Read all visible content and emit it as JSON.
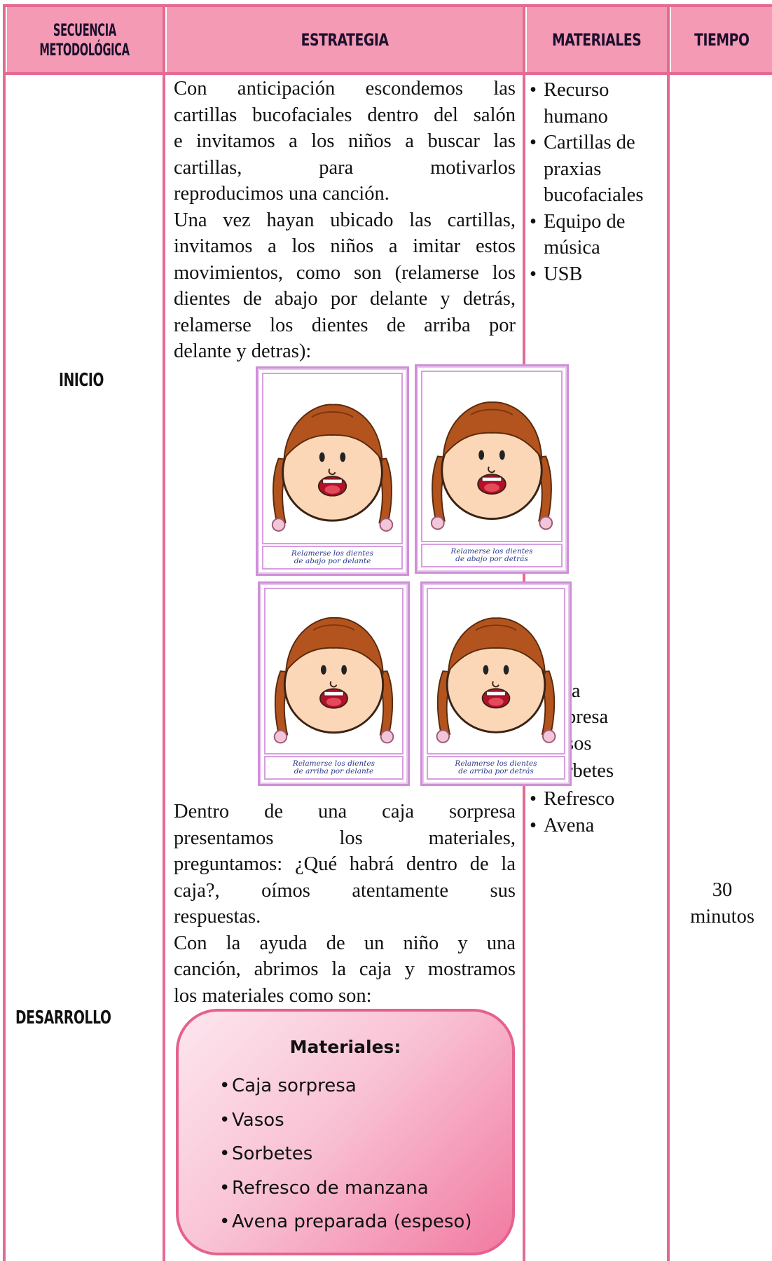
{
  "header": {
    "sequence_line1": "SECUENCIA",
    "sequence_line2": "METODOLÓGICA",
    "strategy": "ESTRATEGIA",
    "materials": "MATERIALES",
    "time": "TIEMPO"
  },
  "colors": {
    "header_bg": "#f49ab4",
    "border": "#e56a93",
    "card_border": "#cf8fd8"
  },
  "phases": {
    "inicio": "INICIO",
    "desarrollo": "DESARROLLO"
  },
  "inicio": {
    "strategy_lines": [
      "Con anticipación escondemos las",
      "cartillas bucofaciales dentro del salón",
      "e invitamos a los niños a buscar las",
      "cartillas, para motivarlos",
      "reproducimos una canción.",
      "Una vez hayan ubicado las cartillas,",
      "invitamos a los niños a imitar estos",
      "movimientos, como son (relamerse los",
      "dientes de abajo por delante y detrás,",
      "relamerse los dientes de arriba por",
      "delante y detras):"
    ],
    "materials": [
      "Recurso",
      "humano",
      "Cartillas de",
      "praxias",
      "bucofaciales",
      "Equipo de",
      "música",
      "USB"
    ],
    "cards": [
      {
        "line1": "Relamerse los dientes",
        "line2": "de abajo por delante",
        "icon": "girl-face-icon"
      },
      {
        "line1": "Relamerse los dientes",
        "line2": "de abajo por detrás",
        "icon": "girl-face-icon"
      },
      {
        "line1": "Relamerse los dientes",
        "line2": "de arriba por delante",
        "icon": "girl-face-icon"
      },
      {
        "line1": "Relamerse los dientes",
        "line2": "de arriba por detrás",
        "icon": "girl-face-icon"
      }
    ]
  },
  "desarrollo": {
    "material_fragments": [
      "ja",
      "presa",
      "sos",
      "rbetes"
    ],
    "materials": [
      "Refresco",
      "Avena"
    ],
    "strategy_lines": [
      "Dentro de una caja sorpresa",
      "presentamos los materiales,",
      "preguntamos: ¿Qué habrá dentro de la",
      "caja?, oímos atentamente sus",
      "respuestas.",
      "Con la ayuda de un niño y una",
      "canción, abrimos la caja y mostramos",
      "los materiales como son:"
    ],
    "box": {
      "title": "Materiales:",
      "items": [
        "Caja sorpresa",
        "Vasos",
        "Sorbetes",
        "Refresco de manzana",
        "Avena preparada (espeso)"
      ]
    },
    "time_line1": "30",
    "time_line2": "minutos"
  }
}
